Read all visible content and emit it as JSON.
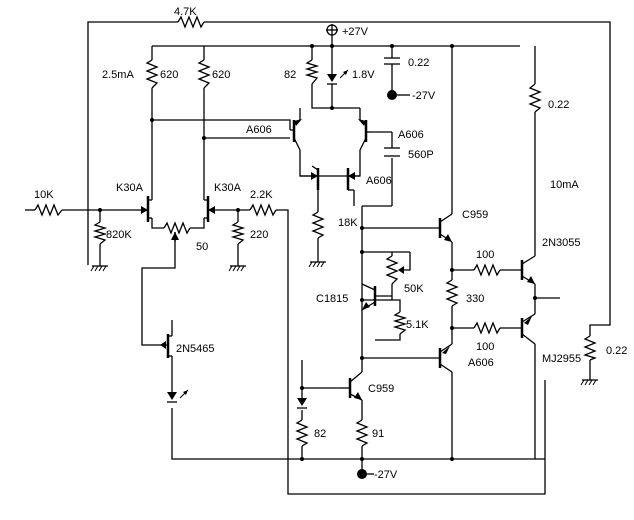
{
  "colors": {
    "ink": "#000000",
    "background": "#ffffff"
  },
  "labels": {
    "r_fb": "4.7K",
    "supply_pos": "+27V",
    "supply_neg_top": "-27V",
    "supply_neg_bot": "-27V",
    "current_in": "2.5mA",
    "r_load1": "620",
    "r_load2": "620",
    "r_82_top": "82",
    "led_v": "1.8V",
    "c_dec": "0.22",
    "r_out_top": "0.22",
    "q_a606_left": "A606",
    "q_a606_right": "A606",
    "c_560": "560P",
    "q_a606_mid": "A606",
    "current_out": "10mA",
    "r_in": "10K",
    "q_k30a_left": "K30A",
    "q_k30a_right": "K30A",
    "r_22k": "2.2K",
    "r_820k": "820K",
    "pot_50": "50",
    "r_220": "220",
    "r_18k": "18K",
    "q_c959_top": "C959",
    "r_100_top": "100",
    "q_2n3055": "2N3055",
    "pot_50k": "50K",
    "r_330": "330",
    "q_c1815": "C1815",
    "r_51k": "5.1K",
    "r_100_bot": "100",
    "q_a606_bot": "A606",
    "q_2n5465": "2N5465",
    "q_mj2955": "MJ2955",
    "r_out_bot": "0.22",
    "q_c959_bot": "C959",
    "r_82_bot": "82",
    "r_91": "91"
  }
}
